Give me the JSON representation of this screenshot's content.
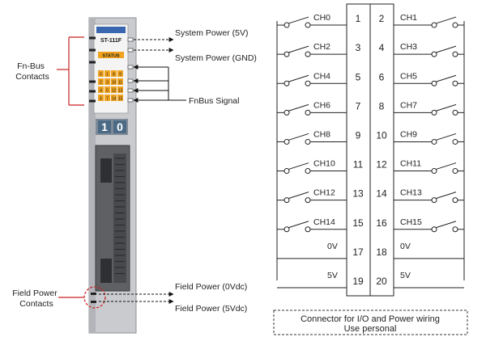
{
  "module": {
    "model": "ST-111F",
    "status": "STATUS",
    "led_rows": [
      [
        "0",
        "1",
        "8",
        "9"
      ],
      [
        "2",
        "3",
        "10",
        "11"
      ],
      [
        "4",
        "5",
        "12",
        "13"
      ],
      [
        "6",
        "7",
        "14",
        "15"
      ]
    ],
    "digits": [
      "1",
      "0"
    ]
  },
  "left_labels": {
    "fnbus_line1": "Fn-Bus",
    "fnbus_line2": "Contacts",
    "field_line1": "Field Power",
    "field_line2": "Contacts"
  },
  "signals": {
    "sys_5v": "System Power (5V)",
    "sys_gnd": "System Power (GND)",
    "fnbus": "FnBus Signal",
    "field_0v": "Field Power (0Vdc)",
    "field_5v": "Field Power (5Vdc)"
  },
  "connector": {
    "pins": [
      [
        "1",
        "2"
      ],
      [
        "3",
        "4"
      ],
      [
        "5",
        "6"
      ],
      [
        "7",
        "8"
      ],
      [
        "9",
        "10"
      ],
      [
        "11",
        "12"
      ],
      [
        "13",
        "14"
      ],
      [
        "15",
        "16"
      ],
      [
        "17",
        "18"
      ],
      [
        "19",
        "20"
      ]
    ],
    "left_channels": [
      "CH0",
      "CH2",
      "CH4",
      "CH6",
      "CH8",
      "CH10",
      "CH12",
      "CH14"
    ],
    "right_channels": [
      "CH1",
      "CH3",
      "CH5",
      "CH7",
      "CH9",
      "CH11",
      "CH13",
      "CH15"
    ],
    "left_power": [
      "0V",
      "5V"
    ],
    "right_power": [
      "0V",
      "5V"
    ],
    "caption_line1": "Connector for I/O and Power wiring",
    "caption_line2": "Use personal"
  },
  "colors": {
    "led_orange": "#f0a21c",
    "digit_bg": "#4a6a86",
    "module_body": "#c9cbcf",
    "callout_red": "#cc2222"
  }
}
